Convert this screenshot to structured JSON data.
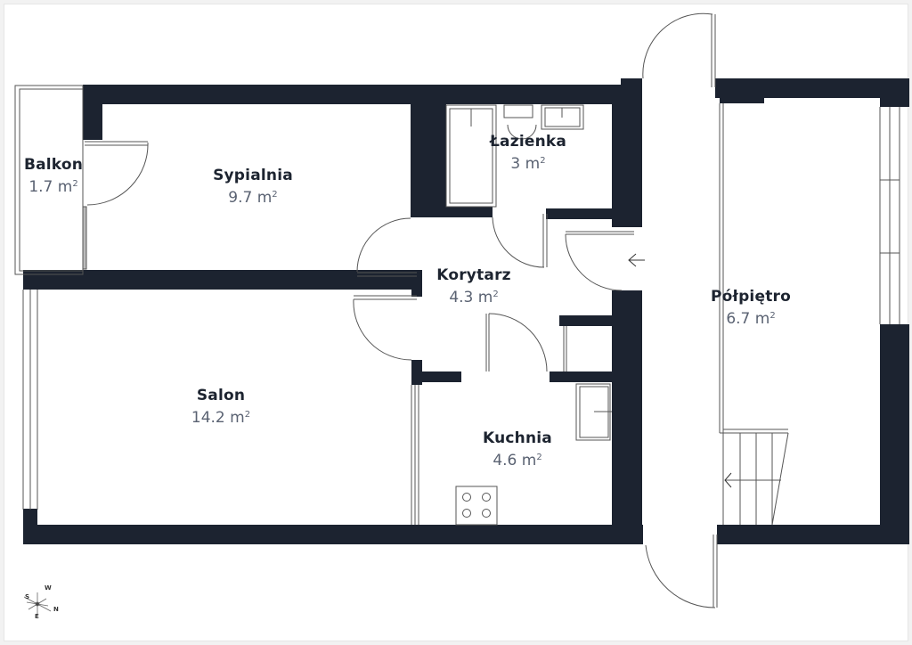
{
  "plan": {
    "wall_color": "#1c2330",
    "fixture_stroke": "#555555",
    "background": "#ffffff"
  },
  "rooms": [
    {
      "id": "balkon",
      "name": "Balkon",
      "area": "1.7 m",
      "unit_sup": "2"
    },
    {
      "id": "sypialnia",
      "name": "Sypialnia",
      "area": "9.7 m",
      "unit_sup": "2"
    },
    {
      "id": "lazienka",
      "name": "Łazienka",
      "area": "3 m",
      "unit_sup": "2"
    },
    {
      "id": "korytarz",
      "name": "Korytarz",
      "area": "4.3 m",
      "unit_sup": "2"
    },
    {
      "id": "polpietro",
      "name": "Półpiętro",
      "area": "6.7 m",
      "unit_sup": "2"
    },
    {
      "id": "salon",
      "name": "Salon",
      "area": "14.2 m",
      "unit_sup": "2"
    },
    {
      "id": "kuchnia",
      "name": "Kuchnia",
      "area": "4.6 m",
      "unit_sup": "2"
    }
  ],
  "compass": {
    "n": "N",
    "s": "S",
    "e": "E",
    "w": "W"
  },
  "icons": {
    "entry_arrow": "arrow-left-icon",
    "stairs_arrow": "arrow-left-icon"
  }
}
